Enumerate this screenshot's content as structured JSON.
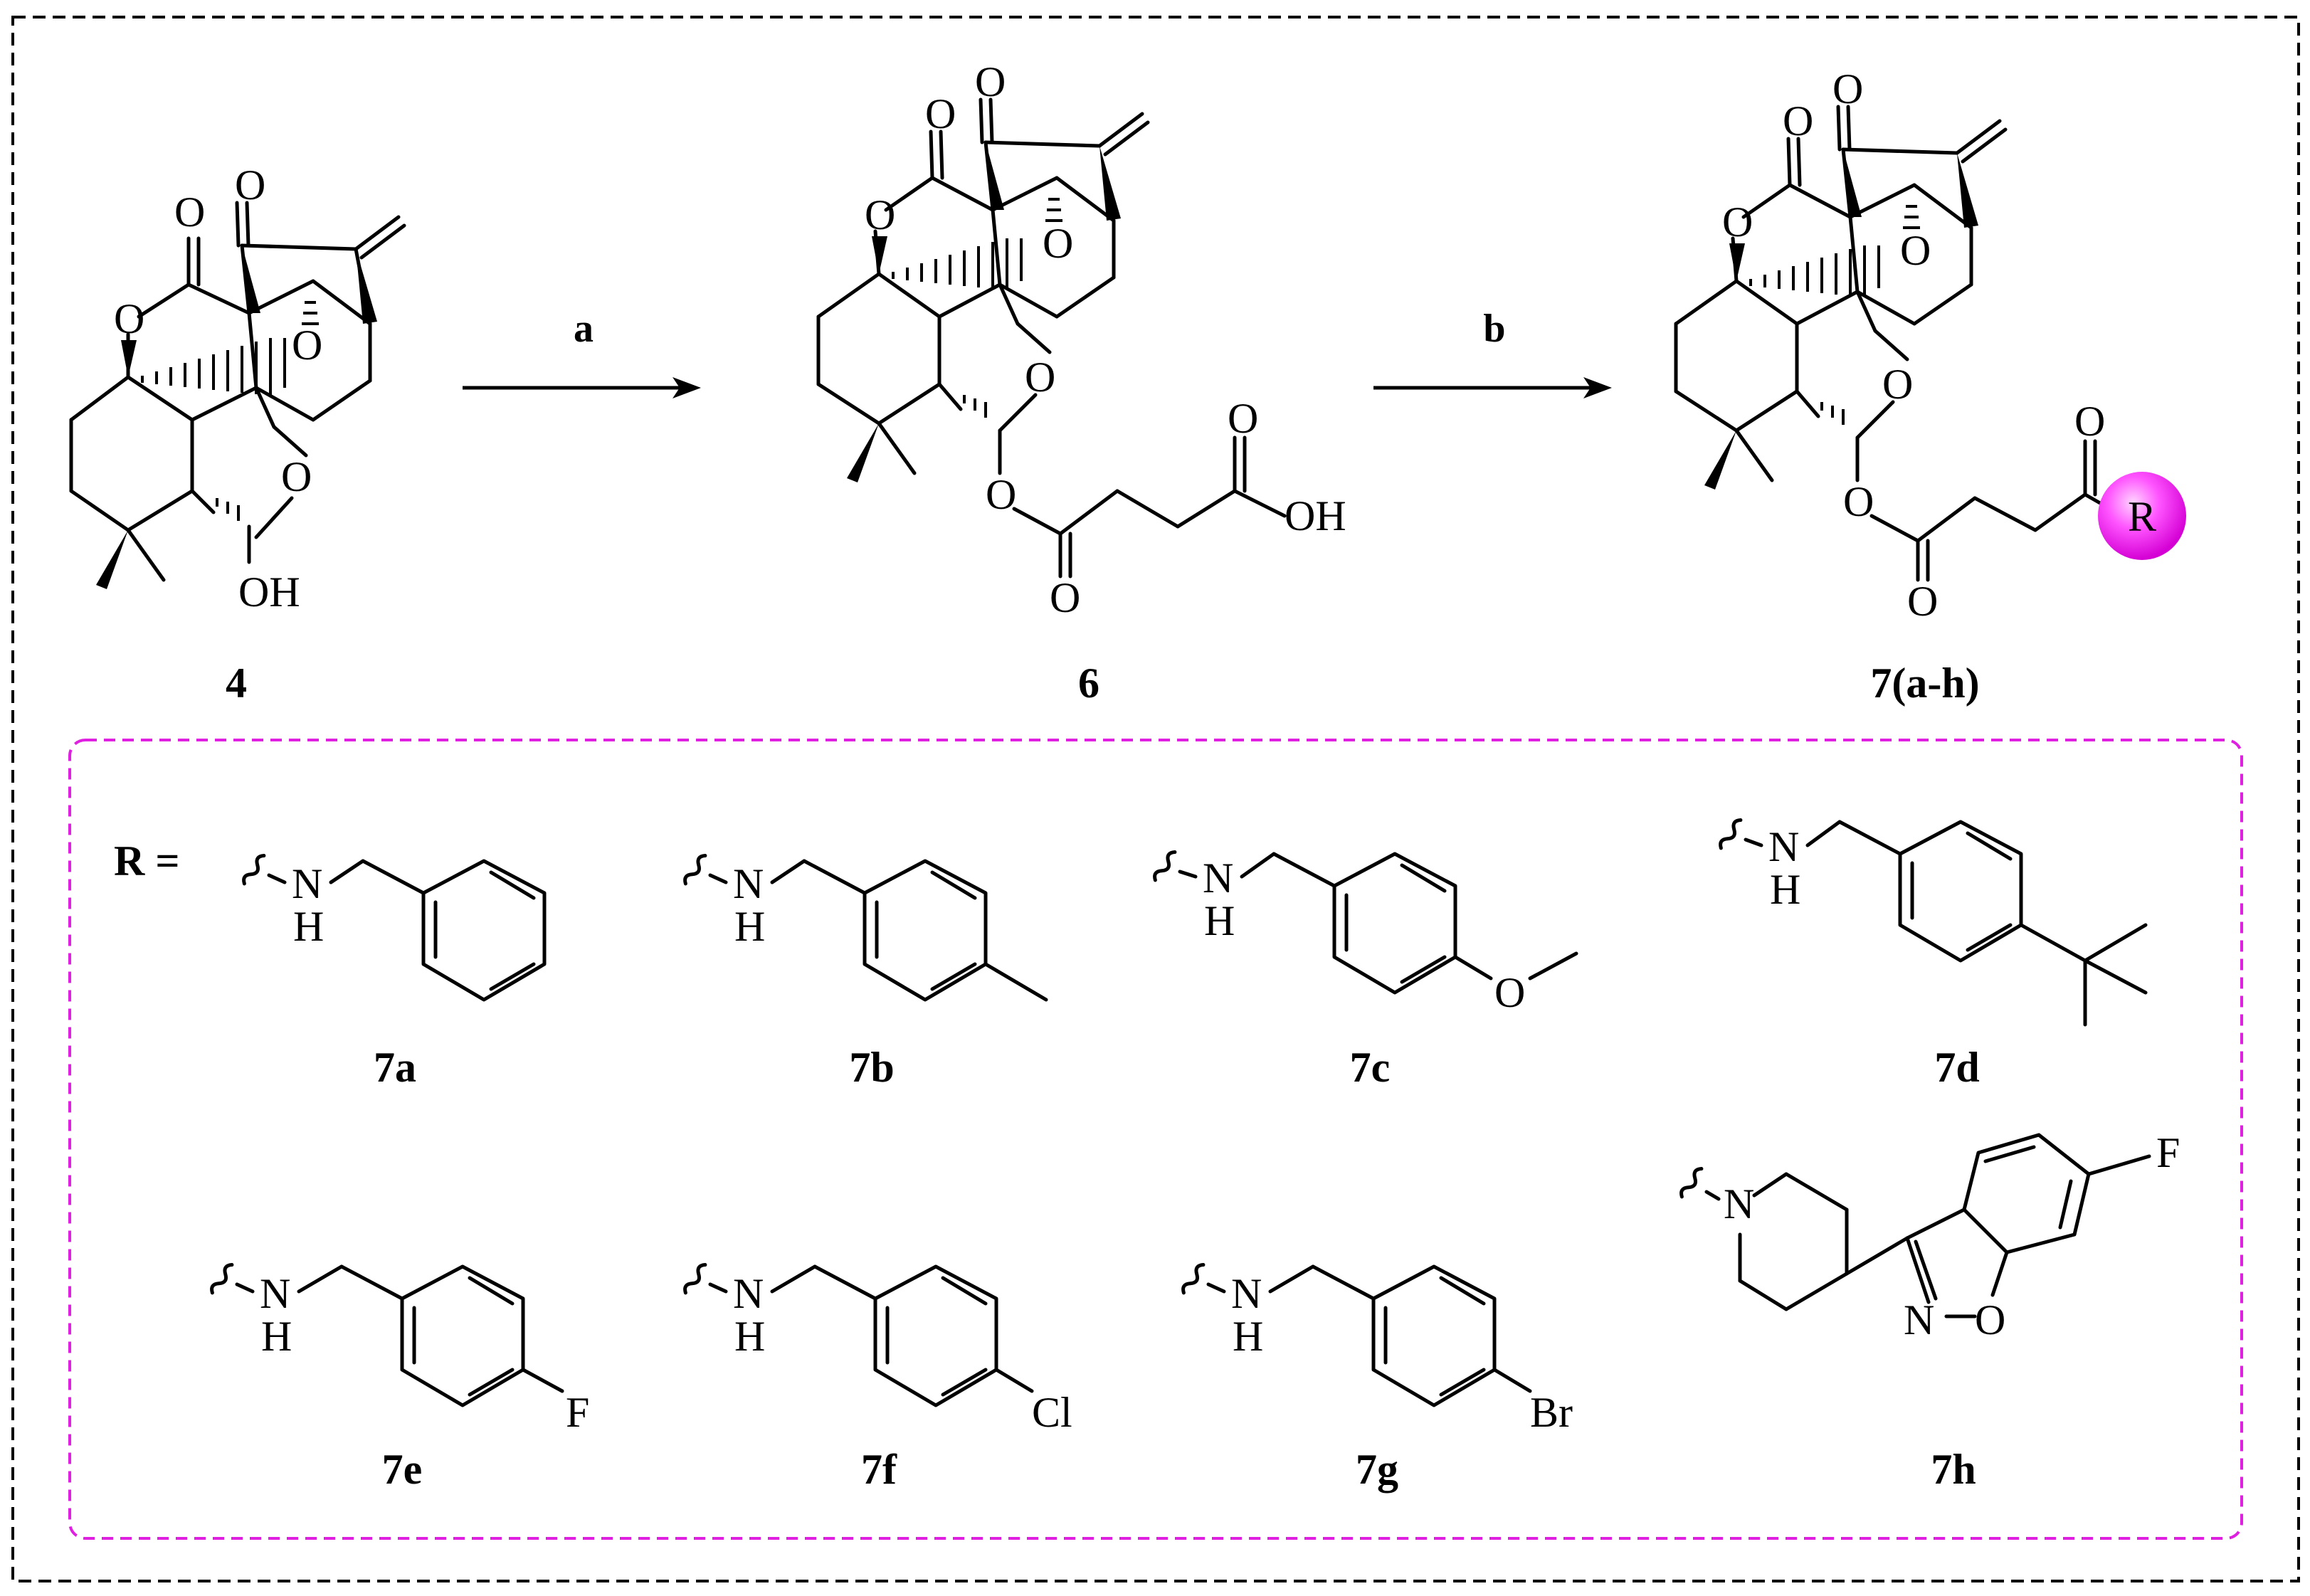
{
  "scheme": {
    "reagents": {
      "a": "a",
      "b": "b"
    },
    "compounds": {
      "c4": "4",
      "c6": "6",
      "c7": "7(a-h)"
    },
    "atoms": {
      "O": "O",
      "OH": "OH",
      "R": "R",
      "N": "N",
      "H": "H",
      "F": "F",
      "Cl": "Cl",
      "Br": "Br"
    },
    "r_group_header": "R =",
    "substituents": [
      {
        "id": "7a",
        "label": "7a"
      },
      {
        "id": "7b",
        "label": "7b"
      },
      {
        "id": "7c",
        "label": "7c"
      },
      {
        "id": "7d",
        "label": "7d"
      },
      {
        "id": "7e",
        "label": "7e"
      },
      {
        "id": "7f",
        "label": "7f"
      },
      {
        "id": "7g",
        "label": "7g"
      },
      {
        "id": "7h",
        "label": "7h"
      }
    ],
    "colors": {
      "outer_border": "#000000",
      "inner_border": "#e020e0",
      "r_circle": "#ff33ff"
    }
  }
}
